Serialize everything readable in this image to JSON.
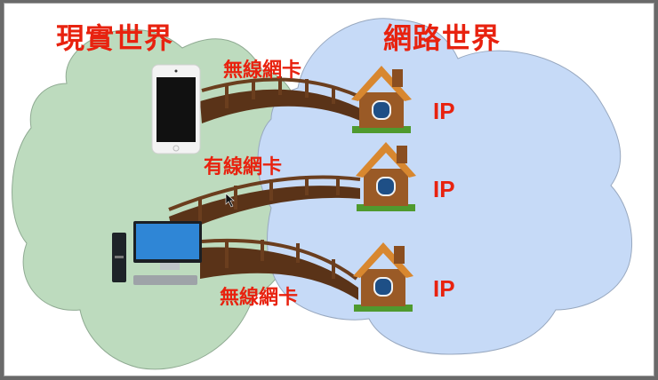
{
  "diagram": {
    "left_region": {
      "title": "現實世界",
      "fill": "#bddbbe"
    },
    "right_region": {
      "title": "網路世界",
      "fill": "#c6daf7"
    },
    "devices": [
      {
        "name": "smartphone",
        "icon": "smartphone-icon"
      },
      {
        "name": "desktop-computer",
        "icon": "desktop-computer-icon"
      }
    ],
    "connections": [
      {
        "from": "smartphone",
        "label": "無線網卡",
        "to_label": "IP"
      },
      {
        "from": "desktop-computer",
        "label": "有線網卡",
        "to_label": "IP"
      },
      {
        "from": "desktop-computer",
        "label": "無線網卡",
        "to_label": "IP"
      }
    ],
    "accent_color": "#e8220f"
  }
}
